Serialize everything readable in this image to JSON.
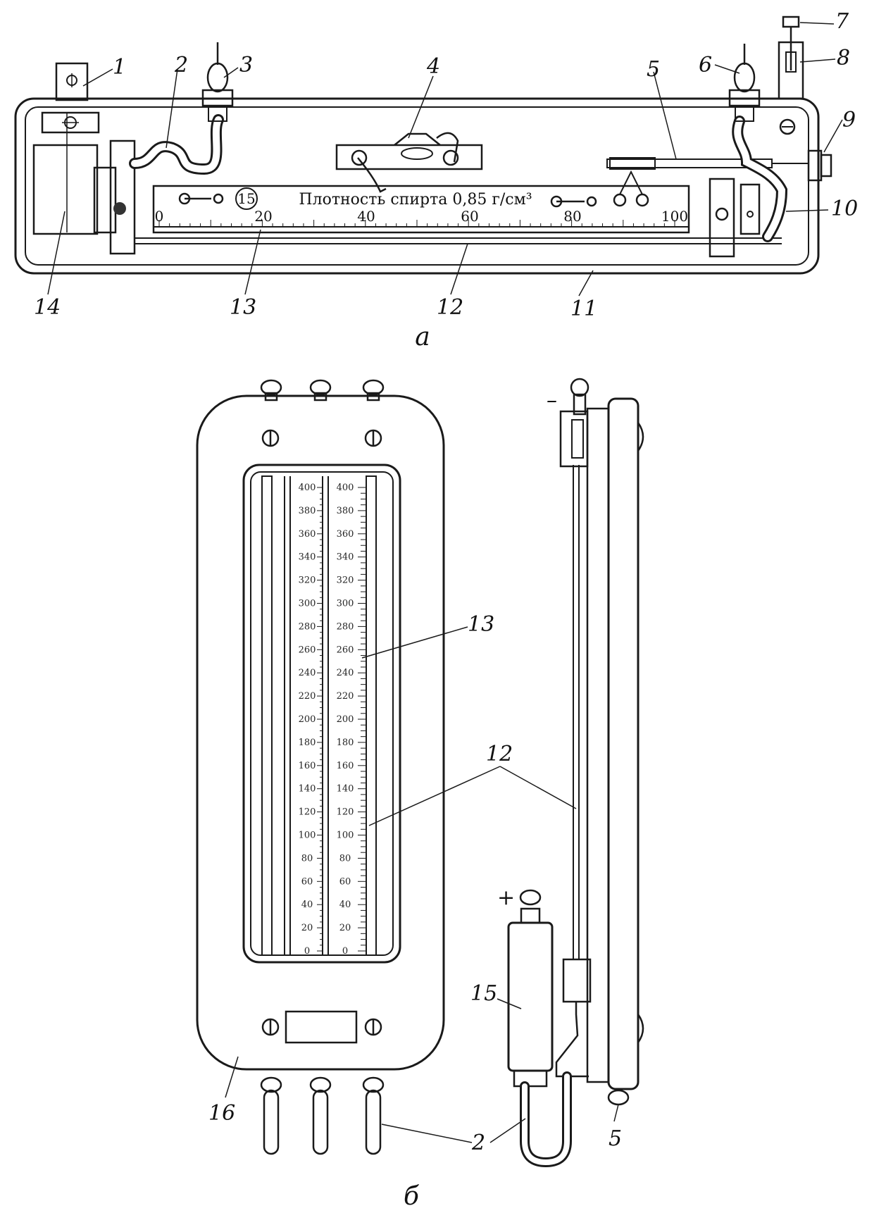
{
  "figure_a": {
    "title": "Плотность спирта 0,85 г/см³",
    "badge": "15",
    "scale_ticks": [
      "0",
      "20",
      "40",
      "60",
      "80",
      "100"
    ],
    "callouts": [
      "1",
      "2",
      "3",
      "4",
      "5",
      "6",
      "7",
      "8",
      "9",
      "10",
      "11",
      "12",
      "13",
      "14"
    ],
    "caption": "а"
  },
  "figure_b": {
    "scale_ticks": [
      "400",
      "380",
      "360",
      "340",
      "320",
      "300",
      "280",
      "260",
      "240",
      "220",
      "200",
      "180",
      "160",
      "140",
      "120",
      "100",
      "80",
      "60",
      "40",
      "20",
      "0"
    ],
    "callouts": [
      "13",
      "12",
      "15",
      "16",
      "2",
      "5"
    ],
    "plus": "+",
    "minus": "–",
    "caption": "б"
  }
}
